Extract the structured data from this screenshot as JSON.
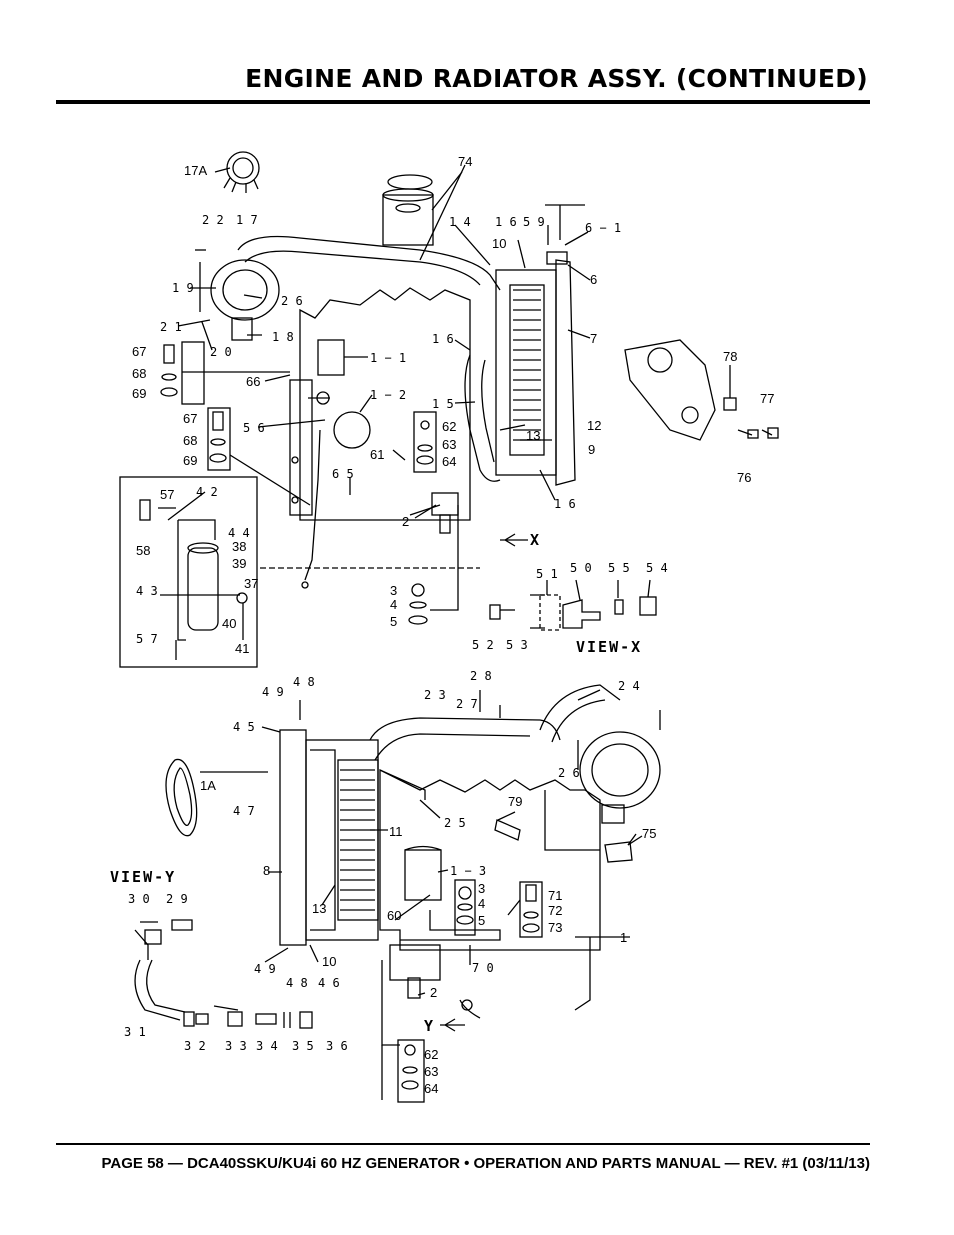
{
  "header": {
    "title": "ENGINE AND RADIATOR ASSY. (CONTINUED)"
  },
  "footer": {
    "text": "PAGE 58 — DCA40SSKU/KU4i 60 HZ GENERATOR • OPERATION AND PARTS MANUAL — REV. #1 (03/11/13)"
  },
  "diagram": {
    "view_labels": {
      "view_x": "VIEW-X",
      "view_y": "VIEW-Y",
      "x_marker": "X",
      "y_marker": "Y"
    },
    "callouts": {
      "c17A": "17A",
      "c74": "74",
      "c22": "2 2",
      "c17": "1 7",
      "c14": "1 4",
      "c16a": "1 6",
      "c59": "5 9",
      "c6_1": "6 − 1",
      "c10a": "10",
      "c6": "6",
      "c19": "1 9",
      "c26a": "2 6",
      "c7": "7",
      "c21": "2 1",
      "c18": "1 8",
      "c16b": "1 6",
      "c20": "2 0",
      "c67a": "67",
      "c1_1": "1 − 1",
      "c68a": "68",
      "c69a": "69",
      "c78": "78",
      "c66": "66",
      "c1_2": "1 − 2",
      "c15": "1 5",
      "c77": "77",
      "c67b": "67",
      "c62a": "62",
      "c56": "5 6",
      "c12": "12",
      "c63a": "63",
      "c13a": "13",
      "c68b": "68",
      "c9": "9",
      "c64a": "64",
      "c69b": "69",
      "c61": "61",
      "c76": "76",
      "c65": "6 5",
      "c57a": "57",
      "c42": "4 2",
      "c16c": "1 6",
      "c2a": "2",
      "c44": "4 4",
      "c58": "58",
      "c38": "38",
      "c39": "39",
      "c50": "5 0",
      "c55": "5 5",
      "c54": "5 4",
      "c43": "4 3",
      "c37": "37",
      "c51": "5 1",
      "c3a": "3",
      "c4a": "4",
      "c40": "40",
      "c5a": "5",
      "c57b": "5 7",
      "c52": "5 2",
      "c53": "5 3",
      "c41": "41",
      "c28": "2 8",
      "c24": "2 4",
      "c49a": "4 9",
      "c48a": "4 8",
      "c23": "2 3",
      "c27": "2 7",
      "c45": "4 5",
      "c1A": "1A",
      "c26b": "2 6",
      "c79": "79",
      "c47": "4 7",
      "c25": "2 5",
      "c11": "11",
      "c75": "75",
      "c1_3": "1 − 3",
      "c8": "8",
      "c3b": "3",
      "c71": "71",
      "c30": "3 0",
      "c29": "2 9",
      "c4b": "4",
      "c72": "72",
      "c13b": "13",
      "c5b": "5",
      "c73": "73",
      "c60": "60",
      "c1": "1",
      "c10b": "10",
      "c49b": "4 9",
      "c70": "7 0",
      "c48b": "4 8",
      "c46": "4 6",
      "c2b": "2",
      "c31": "3 1",
      "c32": "3 2",
      "c33": "3 3",
      "c34": "3 4",
      "c35": "3 5",
      "c36": "3 6",
      "c62b": "62",
      "c63b": "63",
      "c64b": "64"
    }
  }
}
